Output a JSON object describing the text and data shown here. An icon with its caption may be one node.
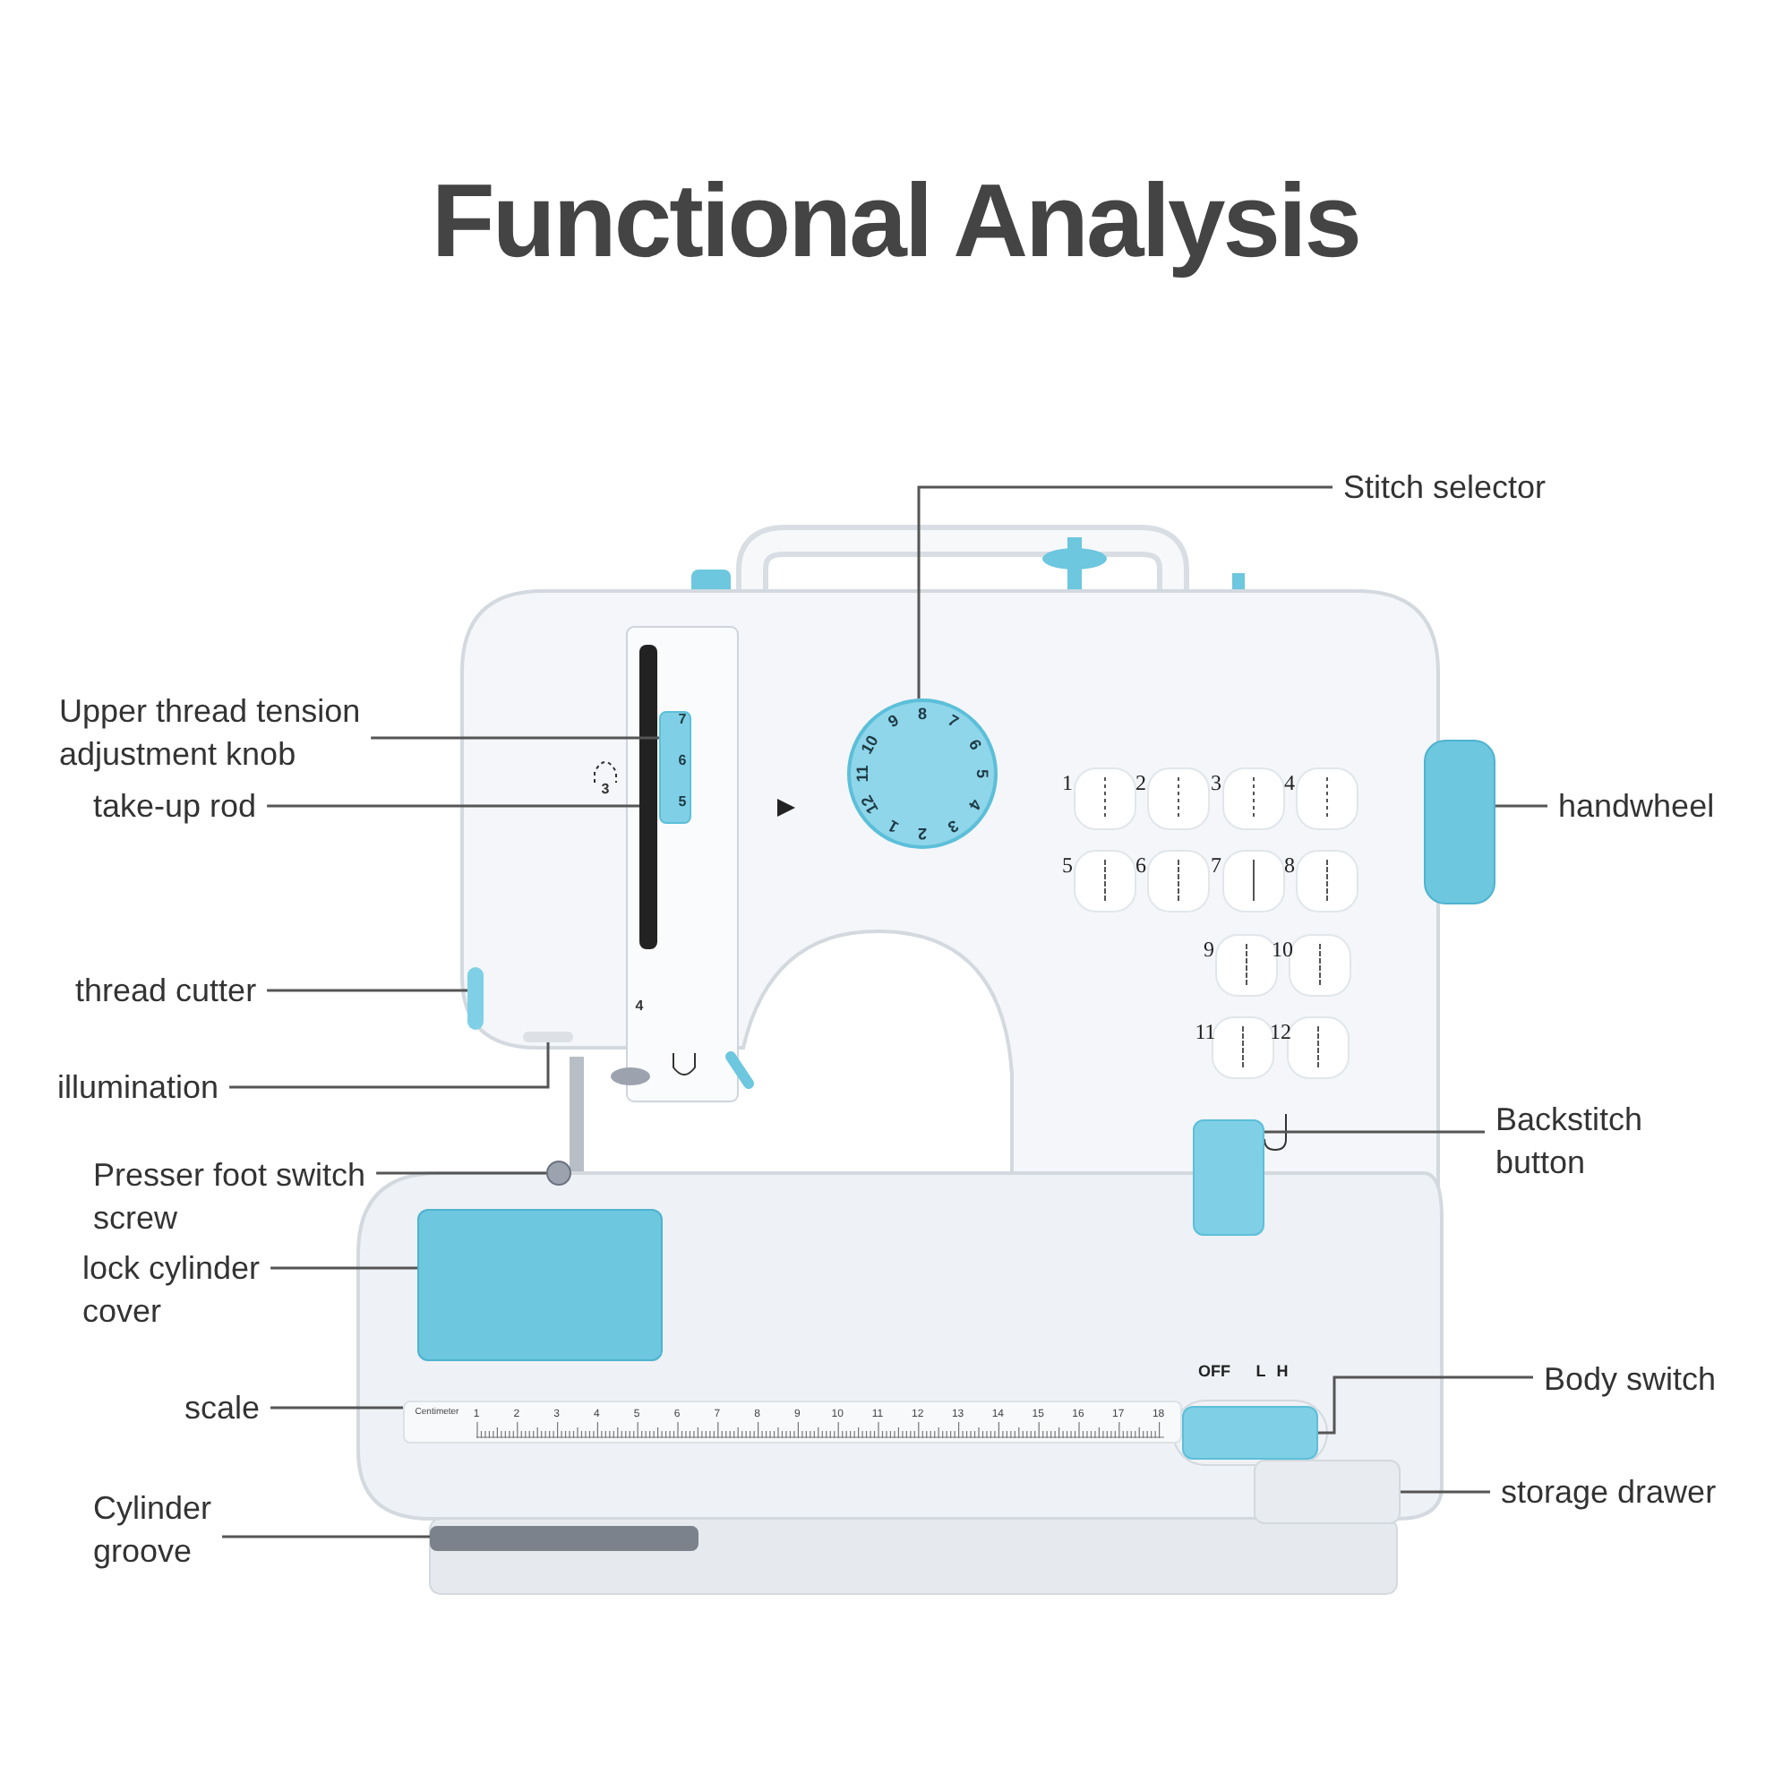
{
  "diagram": {
    "title": "Functional Analysis",
    "nodes": [
      {
        "text": [
          "Stitch selector"
        ]
      },
      {
        "text": [
          "Upper thread tension adjustment knob"
        ]
      },
      {
        "text": [
          "take-up rod"
        ]
      },
      {
        "text": [
          "thread cutter"
        ]
      },
      {
        "text": [
          "illumination"
        ]
      },
      {
        "text": [
          "Presser foot switch screw"
        ]
      },
      {
        "text": [
          "lock cylinder cover"
        ]
      },
      {
        "text": [
          "scale"
        ]
      },
      {
        "text": [
          "Cylinder groove"
        ]
      },
      {
        "text": [
          "handwheel"
        ]
      },
      {
        "text": [
          "Backstitch button"
        ]
      },
      {
        "text": [
          "Body switch"
        ]
      },
      {
        "text": [
          "storage drawer"
        ]
      },
      {
        "text": [],
        "shape": "circle"
      },
      {
        "text": [],
        "shape": "bar"
      },
      {
        "text": [],
        "shape": "bar"
      },
      {
        "text": [],
        "shape": "box"
      },
      {
        "text": [],
        "shape": "bar"
      },
      {
        "text": [],
        "shape": "circle"
      },
      {
        "text": [],
        "shape": "box"
      },
      {
        "text": [],
        "shape": "bar"
      },
      {
        "text": [],
        "shape": "bar"
      },
      {
        "text": [],
        "shape": "cylinder"
      },
      {
        "text": [],
        "shape": "box"
      },
      {
        "text": [],
        "shape": "box"
      },
      {
        "text": [],
        "shape": "box"
      }
    ],
    "edges": [
      {
        "from": 0,
        "to": 13,
        "arrow": "none"
      },
      {
        "from": 1,
        "to": 14,
        "arrow": "none"
      },
      {
        "from": 2,
        "to": 15,
        "arrow": "none"
      },
      {
        "from": 3,
        "to": 16,
        "arrow": "none"
      },
      {
        "from": 4,
        "to": 17,
        "arrow": "none"
      },
      {
        "from": 5,
        "to": 18,
        "arrow": "none"
      },
      {
        "from": 6,
        "to": 19,
        "arrow": "none"
      },
      {
        "from": 7,
        "to": 20,
        "arrow": "none"
      },
      {
        "from": 8,
        "to": 21,
        "arrow": "none"
      },
      {
        "from": 9,
        "to": 22,
        "arrow": "none"
      },
      {
        "from": 10,
        "to": 23,
        "arrow": "none"
      },
      {
        "from": 11,
        "to": 24,
        "arrow": "none"
      },
      {
        "from": 12,
        "to": 25,
        "arrow": "none"
      }
    ],
    "labels": [
      "7",
      "6",
      "5",
      "3",
      "4",
      "1",
      "2",
      "3",
      "4",
      "5",
      "6",
      "7",
      "8",
      "9",
      "10",
      "11",
      "12",
      "1",
      "2",
      "3",
      "4",
      "5",
      "6",
      "7",
      "8",
      "9",
      "10",
      "11",
      "12",
      "OFF",
      "L",
      "H",
      "Centimeter",
      "1",
      "2",
      "3",
      "4",
      "5",
      "6",
      "7",
      "8",
      "9",
      "10",
      "11",
      "12",
      "13",
      "14",
      "15",
      "16",
      "17",
      "18"
    ]
  }
}
